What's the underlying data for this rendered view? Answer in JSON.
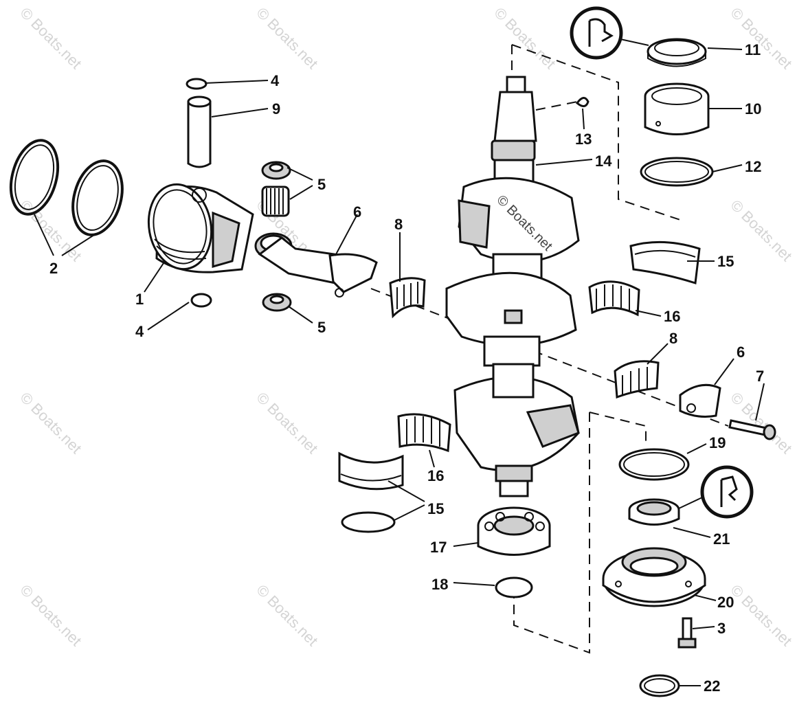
{
  "watermark": {
    "text": "© Boats.net",
    "color": "#d4d4d4"
  },
  "callouts": [
    {
      "id": "c1",
      "label": "1"
    },
    {
      "id": "c2",
      "label": "2"
    },
    {
      "id": "c3",
      "label": "3"
    },
    {
      "id": "c4a",
      "label": "4"
    },
    {
      "id": "c4b",
      "label": "4"
    },
    {
      "id": "c5a",
      "label": "5"
    },
    {
      "id": "c5b",
      "label": "5"
    },
    {
      "id": "c6a",
      "label": "6"
    },
    {
      "id": "c6b",
      "label": "6"
    },
    {
      "id": "c7",
      "label": "7"
    },
    {
      "id": "c8a",
      "label": "8"
    },
    {
      "id": "c8b",
      "label": "8"
    },
    {
      "id": "c9",
      "label": "9"
    },
    {
      "id": "c10",
      "label": "10"
    },
    {
      "id": "c11",
      "label": "11"
    },
    {
      "id": "c12",
      "label": "12"
    },
    {
      "id": "c13",
      "label": "13"
    },
    {
      "id": "c14",
      "label": "14"
    },
    {
      "id": "c15a",
      "label": "15"
    },
    {
      "id": "c15b",
      "label": "15"
    },
    {
      "id": "c16a",
      "label": "16"
    },
    {
      "id": "c16b",
      "label": "16"
    },
    {
      "id": "c17",
      "label": "17"
    },
    {
      "id": "c18",
      "label": "18"
    },
    {
      "id": "c19",
      "label": "19"
    },
    {
      "id": "c20",
      "label": "20"
    },
    {
      "id": "c21",
      "label": "21"
    },
    {
      "id": "c22",
      "label": "22"
    }
  ]
}
